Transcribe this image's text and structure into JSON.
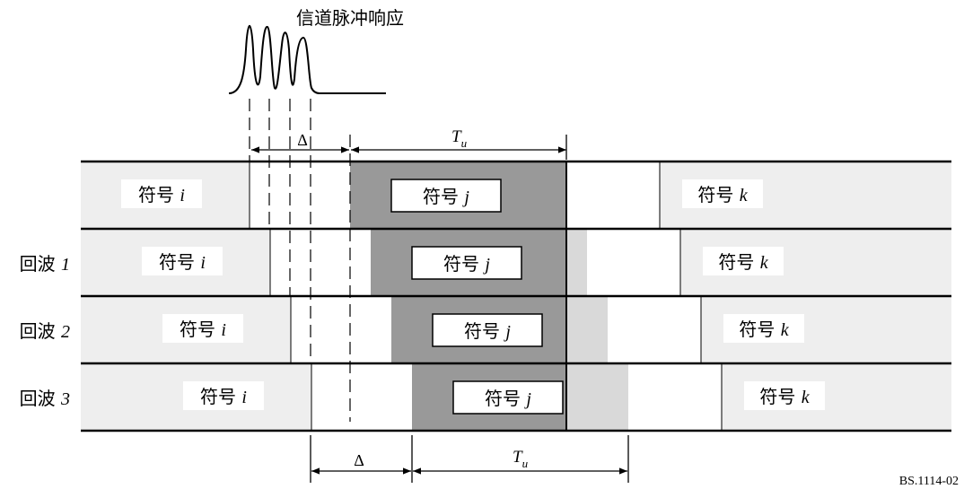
{
  "impulse_label": "信道脉冲响应",
  "delta_label": "Δ",
  "tu_label": "T",
  "tu_sub": "u",
  "rows": [
    {
      "label": "",
      "symbols": {
        "i": "符号 i",
        "j": "符号 j",
        "k": "符号 k"
      }
    },
    {
      "label": "回波 1",
      "symbols": {
        "i": "符号 i",
        "j": "符号 j",
        "k": "符号 k"
      }
    },
    {
      "label": "回波 2",
      "symbols": {
        "i": "符号 i",
        "j": "符号 j",
        "k": "符号 k"
      }
    },
    {
      "label": "回波 3",
      "symbols": {
        "i": "符号 i",
        "j": "符号 j",
        "k": "符号 k"
      }
    }
  ],
  "figure_id": "BS.1114-02",
  "colors": {
    "row_fill": "#eeeeee",
    "useful_fill": "#999999",
    "overlap_fill": "#d9d9d9",
    "line": "#000000"
  }
}
